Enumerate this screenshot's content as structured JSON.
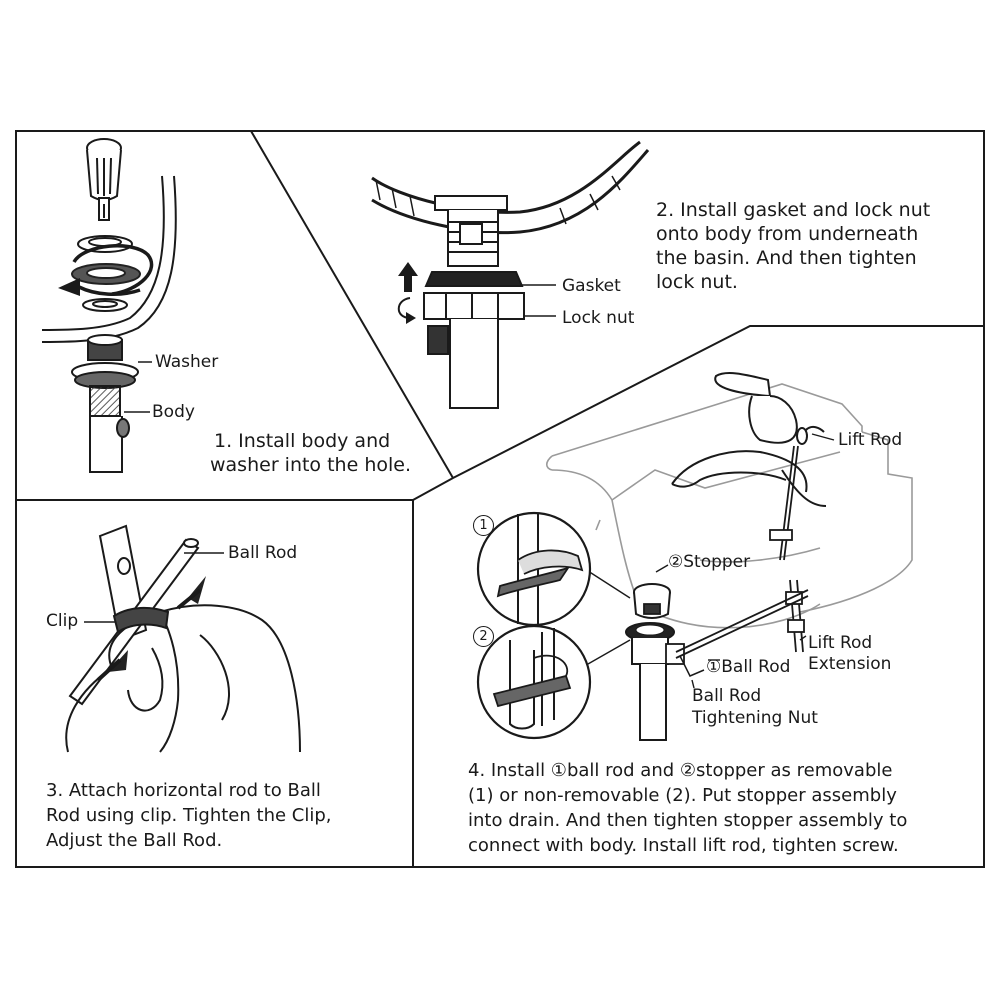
{
  "steps": {
    "step1": {
      "line1": "1. Install body and",
      "line2": "washer into the hole."
    },
    "step2": {
      "line1": "2. Install gasket and lock nut",
      "line2": "onto body from underneath",
      "line3": "the basin. And then tighten",
      "line4": "lock nut."
    },
    "step3": {
      "line1": "3. Attach horizontal rod to Ball",
      "line2": "Rod using clip. Tighten the Clip,",
      "line3": "Adjust the Ball Rod."
    },
    "step4": {
      "line1": "4. Install ①ball rod and ②stopper as removable",
      "line2": "(1) or non-removable (2). Put stopper assembly",
      "line3": "into drain. And then tighten stopper assembly to",
      "line4": "connect with body. Install lift rod, tighten screw."
    }
  },
  "labels": {
    "washer": "Washer",
    "body": "Body",
    "gasket": "Gasket",
    "lock_nut": "Lock nut",
    "ball_rod": "Ball Rod",
    "clip": "Clip",
    "lift_rod": "Lift Rod",
    "stopper": "②Stopper",
    "lift_rod_extension_1": "Lift Rod",
    "lift_rod_extension_2": "Extension",
    "ball_rod_numbered": "①Ball Rod",
    "ball_rod_tightening_nut_1": "Ball Rod",
    "ball_rod_tightening_nut_2": "Tightening Nut",
    "option1": "1",
    "option2": "2"
  }
}
